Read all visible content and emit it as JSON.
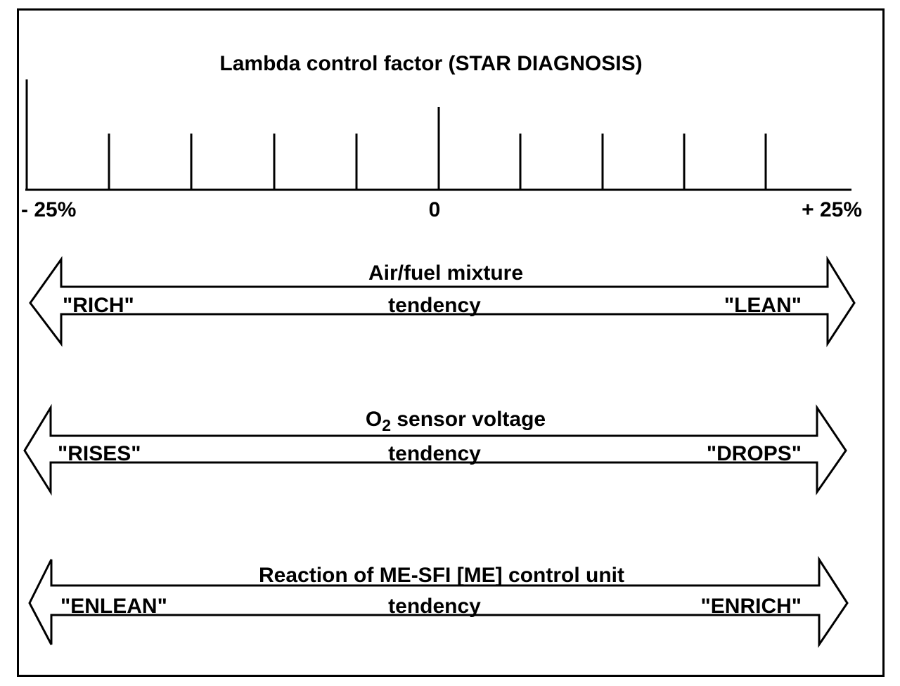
{
  "diagram": {
    "title": "Lambda control factor (STAR DIAGNOSIS)",
    "scale": {
      "min_label": "- 25%",
      "zero_label": "0",
      "max_label": "+ 25%"
    },
    "arrows": [
      {
        "title_pre": "Air/fuel mixture",
        "title_sub": "",
        "title_post": "",
        "left_label": "\"RICH\"",
        "center_label": "tendency",
        "right_label": "\"LEAN\""
      },
      {
        "title_pre": "O",
        "title_sub": "2",
        "title_post": " sensor voltage",
        "left_label": "\"RISES\"",
        "center_label": "tendency",
        "right_label": "\"DROPS\""
      },
      {
        "title_pre": "Reaction of ME-SFI [ME] control unit",
        "title_sub": "",
        "title_post": "",
        "left_label": "\"ENLEAN\"",
        "center_label": "tendency",
        "right_label": "\"ENRICH\""
      }
    ]
  },
  "colors": {
    "ink": "#000000",
    "paper": "#ffffff"
  }
}
